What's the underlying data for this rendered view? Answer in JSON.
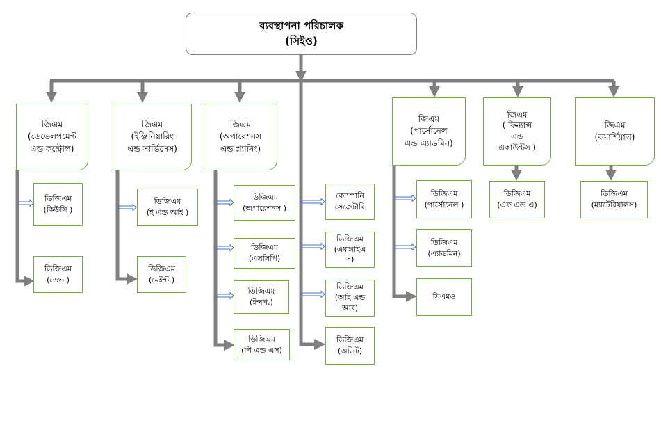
{
  "ceo": {
    "line1": "ব্যবস্থাপনা পরিচালক",
    "line2": "(সিইও)"
  },
  "gm_dev": {
    "l1": "জিএম",
    "l2": "(ডেভেলপমেন্ট",
    "l3": "এন্ড কন্ট্রোল)"
  },
  "gm_eng": {
    "l1": "জিএম",
    "l2": "(ইঞ্জিনিয়ারিং",
    "l3": "এন্ড  সার্ভিসেস)"
  },
  "gm_ops": {
    "l1": "জিএম",
    "l2": "(অপারেশনস",
    "l3": "এন্ড প্ল্যানিং)"
  },
  "gm_pers": {
    "l1": "জিএম",
    "l2": "(পার্সোনেল",
    "l3": "এন্ড এ্যাডমিন)"
  },
  "gm_fin": {
    "l1": "জিএম",
    "l2": "( ফিন্যান্স",
    "l3": "এন্ড",
    "l4": "একাউন্টস )"
  },
  "gm_com": {
    "l1": "জিএম",
    "l2": "(কমার্শিয়াল)"
  },
  "dgm_qc": {
    "l1": "ডিজিএম",
    "l2": "(কিউসি )"
  },
  "dgm_dev": {
    "l1": "ডিজিএম",
    "l2": "(ডেভ.)"
  },
  "dgm_ei": {
    "l1": "ডিজিএম",
    "l2": "(ই এন্ড আই )"
  },
  "dgm_maint": {
    "l1": "ডিজিএম",
    "l2": "(মেইন্ট.)"
  },
  "dgm_ops": {
    "l1": "ডিজিএম",
    "l2": "(অপারেশনস )"
  },
  "dgm_scp": {
    "l1": "ডিজিএম",
    "l2": "(এসসিপি)"
  },
  "dgm_insp": {
    "l1": "ডিজিএম",
    "l2": "(ইন্সপ.)"
  },
  "dgm_ps": {
    "l1": "ডিজিএম",
    "l2": "(পি এন্ড এস)"
  },
  "cosec": {
    "l1": "কোম্পানি",
    "l2": "সেক্রেটারি"
  },
  "dgm_mis": {
    "l1": "ডিজিএম",
    "l2": "(এমআইএ",
    "l3": "স)"
  },
  "dgm_ir": {
    "l1": "ডিজিএম",
    "l2": "(আই এন্ড",
    "l3": "আর)"
  },
  "dgm_audit": {
    "l1": "ডিজিএম",
    "l2": "(অডিট)"
  },
  "dgm_pers": {
    "l1": "ডিজিএম",
    "l2": "(পার্সোনেল )"
  },
  "dgm_admin": {
    "l1": "ডিজিএম",
    "l2": "(এ্যাডমিন)"
  },
  "cmo": {
    "l1": "সিএমও"
  },
  "dgm_fa": {
    "l1": "ডিজিএম",
    "l2": "(এফ এন্ড এ)"
  },
  "dgm_mat": {
    "l1": "ডিজিএম",
    "l2": "(ম্যাটেরিয়ালস)"
  },
  "colors": {
    "connector": "#7f7f7f",
    "box_border": "#70ad47",
    "ceo_border": "#7f7f7f",
    "small_arrow": "#4472c4"
  }
}
